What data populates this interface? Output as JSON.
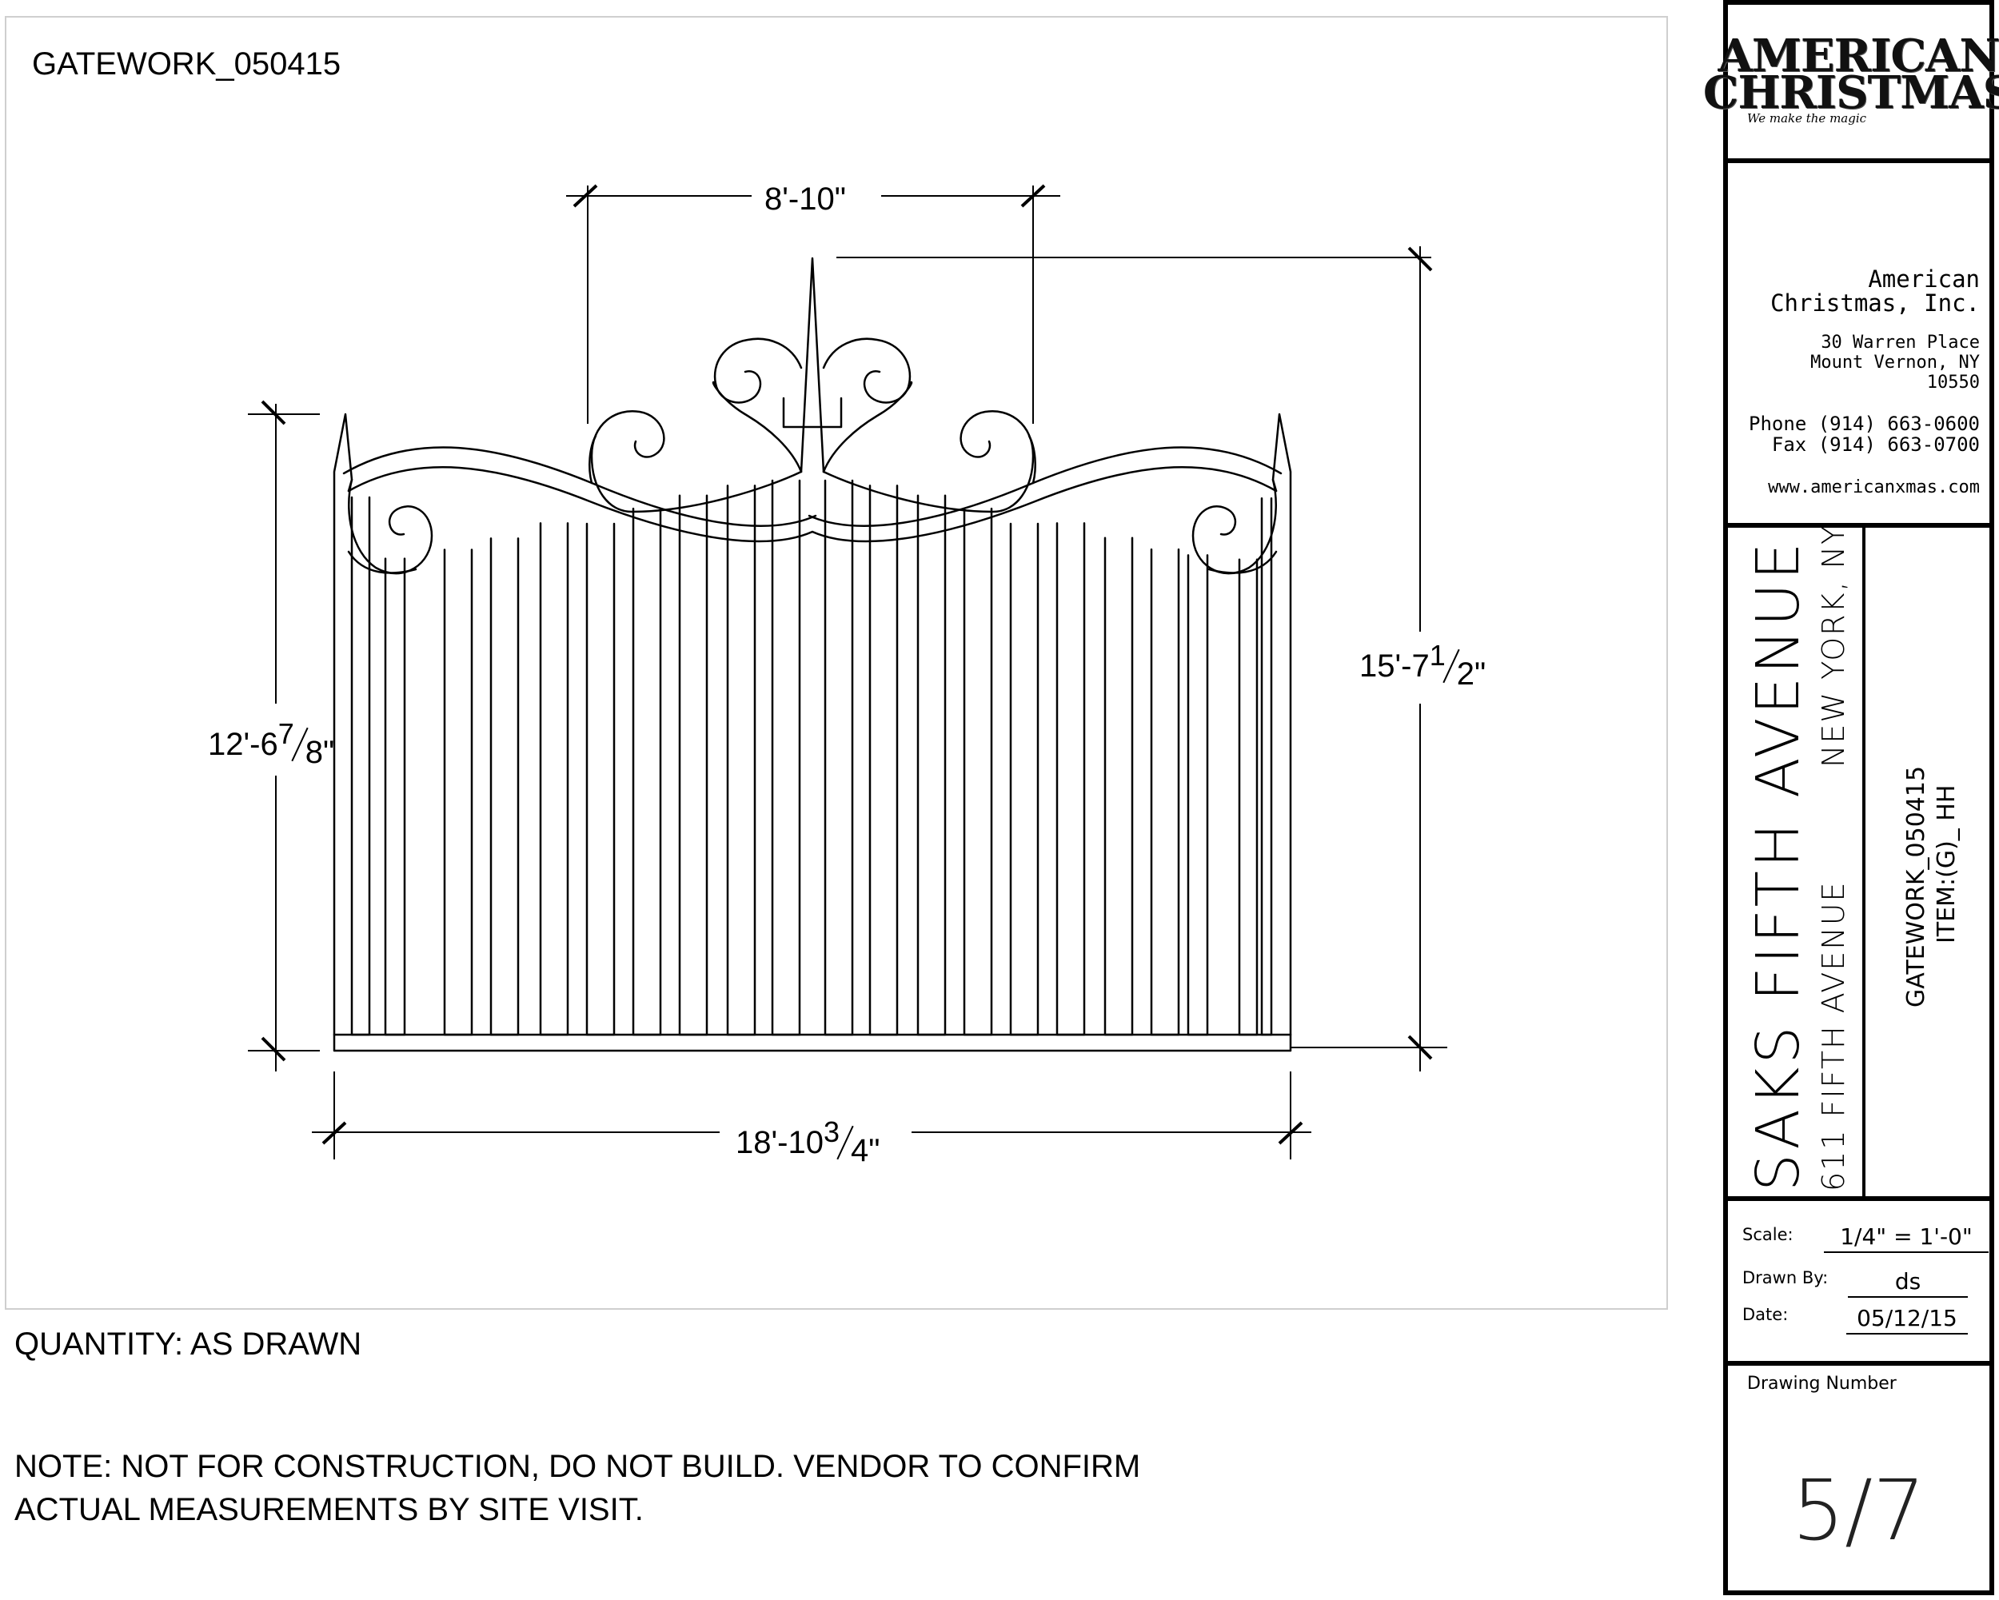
{
  "drawing": {
    "label": "GATEWORK_050415",
    "dimensions": {
      "top_width": "8'-10\"",
      "overall_width_whole": "18'-10",
      "overall_width_num": "3",
      "overall_width_den": "4\"",
      "left_height_whole": "12'-6",
      "left_height_num": "7",
      "left_height_den": "8\"",
      "right_height_whole": "15'-7",
      "right_height_num": "1",
      "right_height_den": "2\""
    }
  },
  "notes": {
    "quantity": "QUANTITY: AS DRAWN",
    "note_line1": "NOTE: NOT FOR CONSTRUCTION, DO NOT BUILD. VENDOR TO CONFIRM",
    "note_line2": "ACTUAL MEASUREMENTS BY SITE VISIT."
  },
  "title_block": {
    "logo_line1": "AMERICAN",
    "logo_line2": "CHRISTMAS",
    "logo_tagline": "We make the magic",
    "company_name_1": "American",
    "company_name_2": "Christmas, Inc.",
    "address_1": "30 Warren Place",
    "address_2": "Mount Vernon, NY",
    "address_3": "10550",
    "phone": "Phone (914) 663-0600",
    "fax": "Fax (914) 663-0700",
    "website": "www.americanxmas.com",
    "project_title": "SAKS FIFTH AVENUE",
    "project_address": "611 FIFTH AVENUE",
    "project_city": "NEW YORK, NY",
    "drawing_code": "GATEWORK_050415",
    "item": "ITEM:(G)_ HH",
    "scale_label": "Scale:",
    "scale_value": "1/4\" = 1'-0\"",
    "drawn_by_label": "Drawn By:",
    "drawn_by_value": "ds",
    "date_label": "Date:",
    "date_value": "05/12/15",
    "drawing_number_label": "Drawing Number",
    "drawing_number": "5/7"
  }
}
